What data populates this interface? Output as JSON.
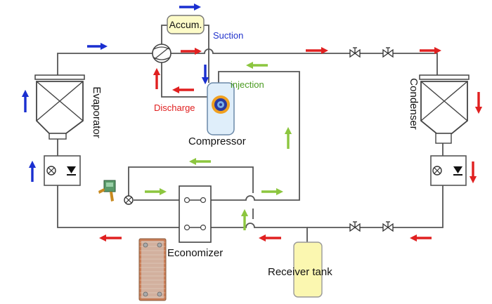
{
  "labels": {
    "accum": "Accum.",
    "suction": "Suction",
    "injection": "injection",
    "discharge": "Discharge",
    "compressor": "Compressor",
    "evaporator": "Evaporator",
    "condenser": "Condenser",
    "economizer": "Economizer",
    "receiver": "Receiver tank"
  },
  "icons": {
    "four_way_valve": "four-way-valve-icon",
    "shutoff_valve": "bowtie-valve-icon",
    "solenoid_valve": "solenoid-valve-icon",
    "check_valve": "check-valve-icon",
    "expansion_valve": "expansion-valve-icon",
    "plate_heat_exchanger": "plate-heat-exchanger-icon"
  },
  "colors": {
    "line": "#555555",
    "flow_red": "#e02020",
    "flow_blue": "#1a2fd0",
    "flow_green": "#8cc63f",
    "compressor_body": "#dfeefa",
    "accumulator_body": "#fdfbc8",
    "receiver_body": "#fbf7b0",
    "text_blue": "#2233cc",
    "text_green": "#4a9a20",
    "text_red": "#e02020",
    "text_dark": "#111111"
  }
}
